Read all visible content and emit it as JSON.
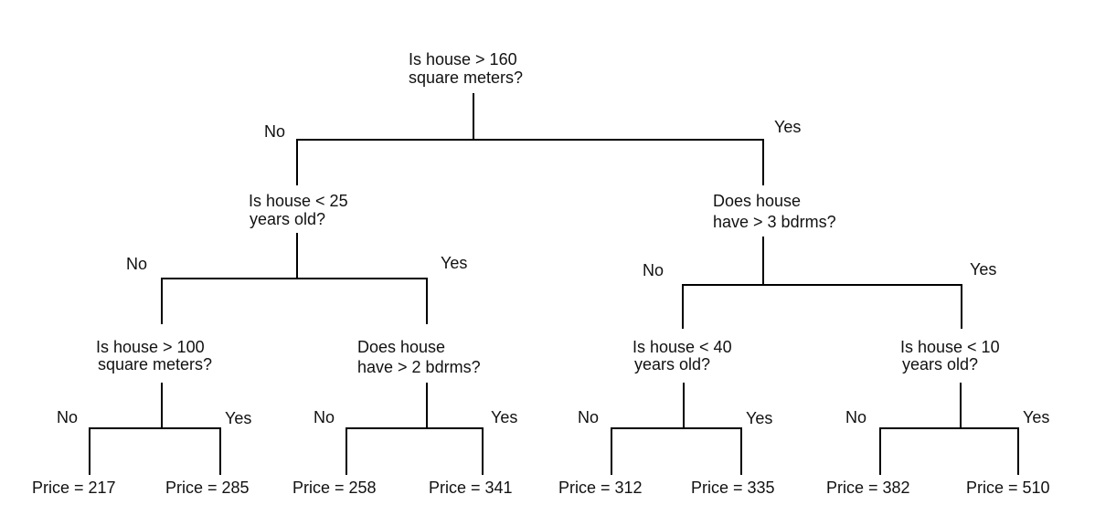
{
  "root": {
    "question_line1": "Is house > 160",
    "question_line2": "square meters?"
  },
  "root_branches": {
    "no": "No",
    "yes": "Yes"
  },
  "left": {
    "question_line1": "Is house < 25",
    "question_line2": "years old?",
    "branches": {
      "no": "No",
      "yes": "Yes"
    },
    "left": {
      "question_line1": "Is house > 100",
      "question_line2": "square meters?",
      "branches": {
        "no": "No",
        "yes": "Yes"
      },
      "leaves": [
        "Price = 217",
        "Price = 285"
      ]
    },
    "right": {
      "question_line1": "Does house",
      "question_line2": "have > 2 bdrms?",
      "branches": {
        "no": "No",
        "yes": "Yes"
      },
      "leaves": [
        "Price = 258",
        "Price = 341"
      ]
    }
  },
  "right": {
    "question_line1": "Does house",
    "question_line2": "have > 3 bdrms?",
    "branches": {
      "no": "No",
      "yes": "Yes"
    },
    "left": {
      "question_line1": "Is house < 40",
      "question_line2": "years old?",
      "branches": {
        "no": "No",
        "yes": "Yes"
      },
      "leaves": [
        "Price = 312",
        "Price = 335"
      ]
    },
    "right": {
      "question_line1": "Is house < 10",
      "question_line2": "years old?",
      "branches": {
        "no": "No",
        "yes": "Yes"
      },
      "leaves": [
        "Price = 382",
        "Price = 510"
      ]
    }
  }
}
